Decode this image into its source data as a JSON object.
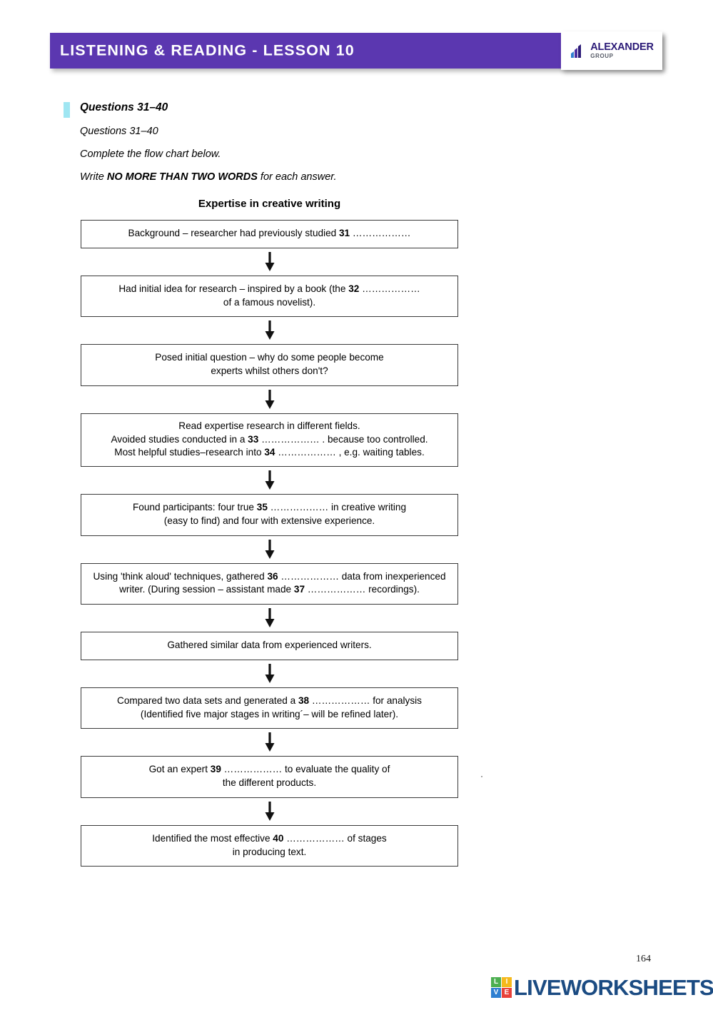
{
  "header": {
    "title": "LISTENING & READING - LESSON 10",
    "bar_color": "#5b37b0",
    "logo": {
      "name": "ALEXANDER",
      "sub": "GROUP",
      "icon": "bar-chart-mark",
      "name_color": "#2b1a77"
    }
  },
  "question_block": {
    "marker_color": "#9fe6f2",
    "heading": "Questions 31–40",
    "line1": "Questions 31–40",
    "line2": "Complete the flow chart below.",
    "line3_prefix": "Write ",
    "line3_emphasis": "NO MORE THAN TWO WORDS",
    "line3_suffix": " for each answer."
  },
  "chart_data": {
    "type": "diagram",
    "title": "Expertise in creative writing",
    "orientation": "vertical-top-down",
    "connector": "down-arrow",
    "nodes": [
      {
        "id": 1,
        "question_numbers": [
          31
        ],
        "lines": [
          [
            {
              "t": "Background – researcher had previously studied ",
              "b": false
            },
            {
              "t": "31",
              "b": true
            },
            {
              "t": " ………………",
              "b": false
            }
          ]
        ]
      },
      {
        "id": 2,
        "question_numbers": [
          32
        ],
        "lines": [
          [
            {
              "t": "Had initial idea for research – inspired by a book (the ",
              "b": false
            },
            {
              "t": "32",
              "b": true
            },
            {
              "t": " ………………",
              "b": false
            }
          ],
          [
            {
              "t": "of a famous novelist).",
              "b": false
            }
          ]
        ]
      },
      {
        "id": 3,
        "question_numbers": [],
        "lines": [
          [
            {
              "t": "Posed initial question – why do some people become",
              "b": false
            }
          ],
          [
            {
              "t": "experts whilst others don't?",
              "b": false
            }
          ]
        ]
      },
      {
        "id": 4,
        "question_numbers": [
          33,
          34
        ],
        "lines": [
          [
            {
              "t": "Read expertise research in different fields.",
              "b": false
            }
          ],
          [
            {
              "t": "Avoided studies conducted in a ",
              "b": false
            },
            {
              "t": "33",
              "b": true
            },
            {
              "t": " ……………… . because too controlled.",
              "b": false
            }
          ],
          [
            {
              "t": "Most helpful studies–research into ",
              "b": false
            },
            {
              "t": "34",
              "b": true
            },
            {
              "t": " ……………… , e.g. waiting tables.",
              "b": false
            }
          ]
        ]
      },
      {
        "id": 5,
        "question_numbers": [
          35
        ],
        "lines": [
          [
            {
              "t": "Found participants: four true ",
              "b": false
            },
            {
              "t": "35",
              "b": true
            },
            {
              "t": " ……………… in creative writing",
              "b": false
            }
          ],
          [
            {
              "t": "(easy to find) and four with extensive experience.",
              "b": false
            }
          ]
        ]
      },
      {
        "id": 6,
        "question_numbers": [
          36,
          37
        ],
        "lines": [
          [
            {
              "t": "Using 'think aloud' techniques, gathered ",
              "b": false
            },
            {
              "t": "36",
              "b": true
            },
            {
              "t": " ……………… data from inexperienced",
              "b": false
            }
          ],
          [
            {
              "t": "writer. (During session – assistant made ",
              "b": false
            },
            {
              "t": "37",
              "b": true
            },
            {
              "t": " ………………  recordings).",
              "b": false
            }
          ]
        ]
      },
      {
        "id": 7,
        "question_numbers": [],
        "lines": [
          [
            {
              "t": "Gathered similar data from experienced writers.",
              "b": false
            }
          ]
        ]
      },
      {
        "id": 8,
        "question_numbers": [
          38
        ],
        "lines": [
          [
            {
              "t": "Compared two data sets and generated a ",
              "b": false
            },
            {
              "t": "38",
              "b": true
            },
            {
              "t": " ……………… for analysis",
              "b": false
            }
          ],
          [
            {
              "t": "(Identified five major stages in writing´– will be refined later).",
              "b": false
            }
          ]
        ]
      },
      {
        "id": 9,
        "question_numbers": [
          39
        ],
        "lines": [
          [
            {
              "t": "Got an expert ",
              "b": false
            },
            {
              "t": "39",
              "b": true
            },
            {
              "t": " ……………… to evaluate the quality of",
              "b": false
            }
          ],
          [
            {
              "t": "the different products.",
              "b": false
            }
          ]
        ]
      },
      {
        "id": 10,
        "question_numbers": [
          40
        ],
        "lines": [
          [
            {
              "t": "Identified the most effective ",
              "b": false
            },
            {
              "t": "40",
              "b": true
            },
            {
              "t": " ……………… of stages",
              "b": false
            }
          ],
          [
            {
              "t": "in producing text.",
              "b": false
            }
          ]
        ]
      }
    ]
  },
  "footer": {
    "page_number": "164",
    "brand": {
      "word": "LIVEWORKSHEETS",
      "word_color": "#1b4b82",
      "tiles": [
        {
          "letter": "L",
          "color": "#4caf50"
        },
        {
          "letter": "I",
          "color": "#f5b91c"
        },
        {
          "letter": "V",
          "color": "#2f7fd1"
        },
        {
          "letter": "E",
          "color": "#e8413a"
        }
      ]
    }
  }
}
